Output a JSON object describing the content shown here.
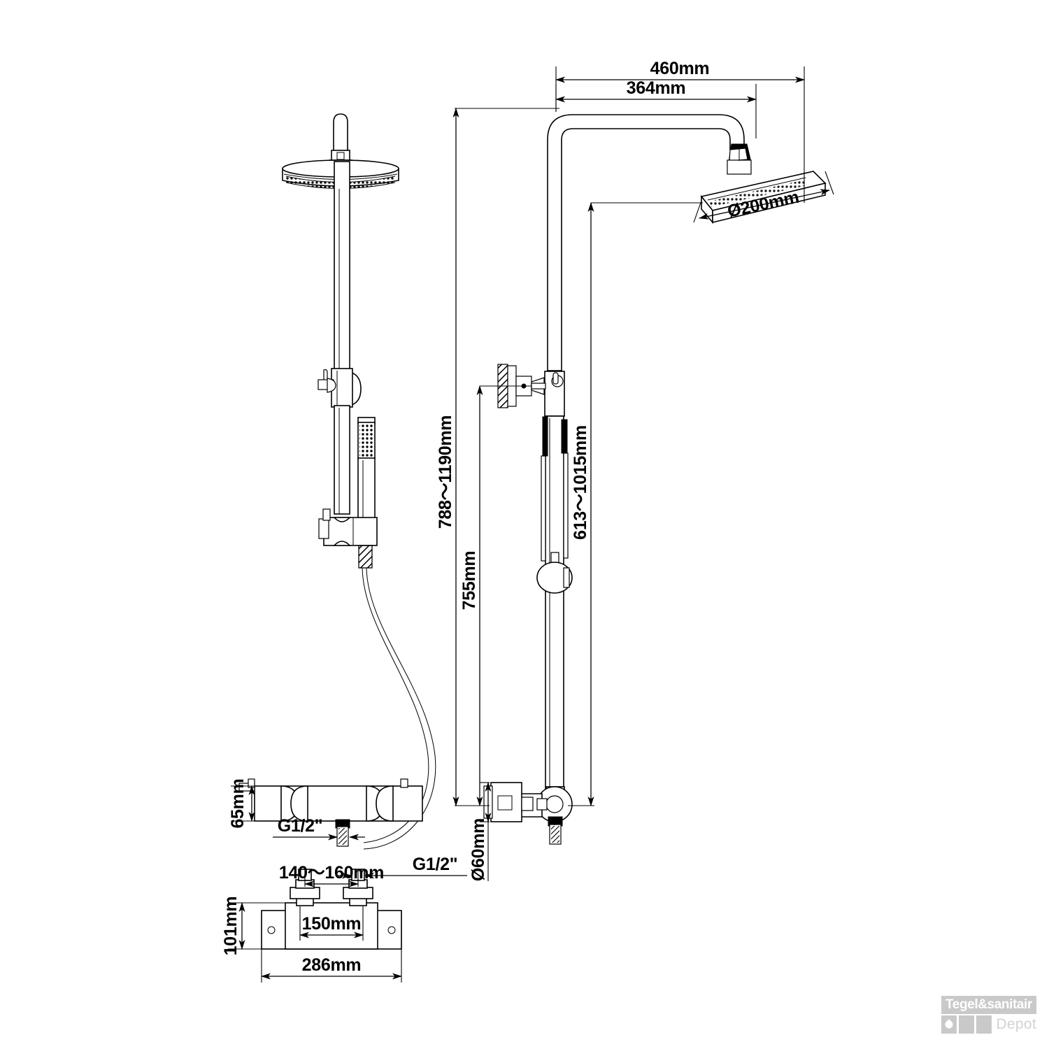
{
  "drawing": {
    "title": "Thermostatic shower column technical drawing",
    "views": {
      "front": "front-elevation",
      "side": "side-elevation",
      "plan": "bottom-plan"
    },
    "line_color": "#000000",
    "background_color": "#ffffff"
  },
  "dimensions": {
    "overall_reach": "460mm",
    "arm_reach": "364mm",
    "head_diameter": "Ø200mm",
    "riser_range": "788～1190mm",
    "handset_range": "613～1015mm",
    "bracket_height": "755mm",
    "valve_body_height": "65mm",
    "outlet_thread_front": "G1/2\"",
    "inlet_centres_range": "140～160mm",
    "inlet_thread_plan": "G1/2\"",
    "plan_height": "101mm",
    "plan_inner_width": "150mm",
    "plan_overall_width": "286mm",
    "wall_plate_diameter": "Ø60mm"
  },
  "logo": {
    "line1": "Tegel&sanitair",
    "line2": "Depot",
    "bar_color": "#c9c9c9",
    "text_color": "#ffffff",
    "depot_color": "#d2d2d2"
  }
}
